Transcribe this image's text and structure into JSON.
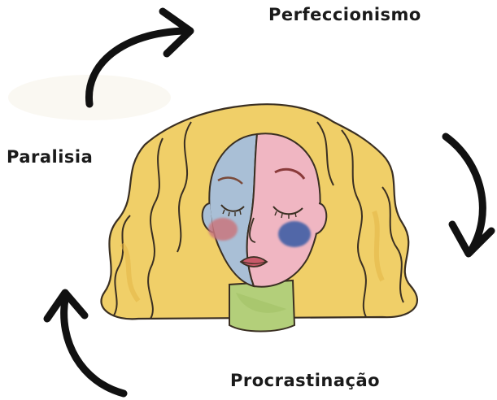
{
  "cycle": {
    "stages": [
      {
        "label": "Perfeccionismo"
      },
      {
        "label": "Paralisia"
      },
      {
        "label": "Procrastinação"
      }
    ]
  },
  "colors": {
    "text": "#1a1a1a",
    "arrow": "#111111",
    "hair": "#f0cf68",
    "face_blue": "#a9bfd6",
    "face_pink": "#f0b6c2",
    "cheek_red": "#c9777e",
    "cheek_blue": "#3f5fa6",
    "neck_green": "#b3cf7a"
  },
  "illustration": {
    "subject": "watercolor-two-toned-face"
  }
}
